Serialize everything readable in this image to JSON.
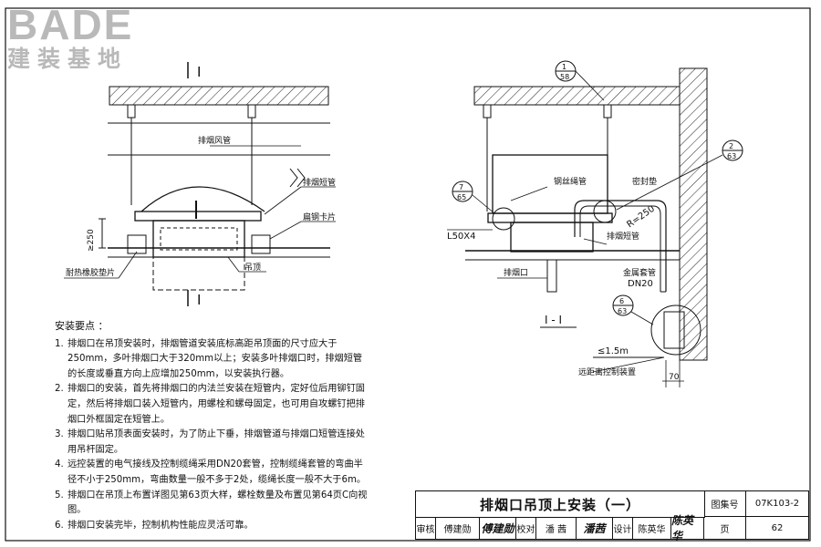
{
  "logo": {
    "main": "BADE",
    "sub": "建装基地"
  },
  "left_view": {
    "section_top": "I",
    "section_bottom": "I",
    "labels": {
      "exhaust_duct": "排烟风管",
      "short_pipe": "排烟短管",
      "flat_steel_clip": "扁钢卡片",
      "ceiling": "吊顶",
      "rubber_pad": "耐热橡胶垫片"
    },
    "dim_250": "≥250"
  },
  "right_view": {
    "section_label": "I - I",
    "refs": [
      {
        "num": "1",
        "page": "58"
      },
      {
        "num": "2",
        "page": "63"
      },
      {
        "num": "7",
        "page": "65"
      },
      {
        "num": "6",
        "page": "63"
      }
    ],
    "labels": {
      "wire_rope": "钢丝绳管",
      "seal_pad": "密封垫",
      "radius": "R=250",
      "angle": "L50X4",
      "short_pipe": "排烟短管",
      "outlet": "排烟口",
      "metal_sleeve": "金属套管",
      "dn20": "DN20",
      "distance": "≤1.5m",
      "remote_device": "远距离控制装置",
      "dim_70": "70"
    }
  },
  "notes": {
    "title": "安装要点 ：",
    "items": [
      {
        "num": "1.",
        "text": "排烟口在吊顶安装时，排烟管道安装底标高距吊顶面的尺寸应大于250mm，多叶排烟口大于320mm以上；安装多叶排烟口时，排烟短管的长度或垂直方向上应增加250mm，以安装执行器。"
      },
      {
        "num": "2.",
        "text": "排烟口的安装，首先将排烟口的内法兰安装在短管内，定好位后用铆钉固定，然后将排烟口装入短管内，用螺栓和螺母固定，也可用自攻螺钉把排烟口外框固定在短管上。"
      },
      {
        "num": "3.",
        "text": "排烟口贴吊顶表面安装时，为了防止下垂，排烟管道与排烟口短管连接处用吊杆固定。"
      },
      {
        "num": "4.",
        "text": "远控装置的电气接线及控制缆绳采用DN20套管，控制缆绳套管的弯曲半径不小于250mm，弯曲数量一般不多于2处，缆绳长度一般不大于6m。"
      },
      {
        "num": "5.",
        "text": "排烟口在吊顶上布置详图见第63页大样，螺栓数量及布置见第64页C向视图。"
      },
      {
        "num": "6.",
        "text": "排烟口安装完毕，控制机构性能应灵活可靠。"
      }
    ]
  },
  "title_block": {
    "title": "排烟口吊顶上安装（一）",
    "atlas_label": "图集号",
    "atlas_value": "07K103-2",
    "review_label": "审核",
    "reviewer": "傅建勋",
    "reviewer_sig": "傅建勋",
    "check_label": "校对",
    "checker": "潘 茜",
    "checker_sig": "潘茜",
    "design_label": "设计",
    "designer": "陈英华",
    "designer_sig": "陈英华",
    "page_label": "页",
    "page_value": "62"
  }
}
